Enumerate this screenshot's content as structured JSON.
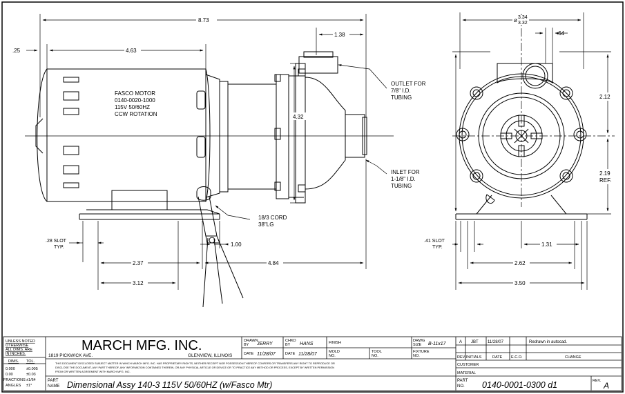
{
  "dims": {
    "overall_length": "8.73",
    "outlet_offset": "1.38",
    "front_overhang": ".25",
    "motor_length": "4.63",
    "height": "4.32",
    "slot_left": ".28 SLOT",
    "typ": "TYP.",
    "cord_offset": "1.00",
    "base_2_37": "2.37",
    "base_4_84": "4.84",
    "base_3_12": "3.12",
    "outlet_dia_top": "3.34",
    "outlet_dia_bot": "3.32",
    "outlet_64": ".64",
    "upper_height": "2.12",
    "lower_height": "2.19",
    "ref": "REF.",
    "slot_right": ".41 SLOT",
    "slot_1_31": "1.31",
    "width_2_62": "2.62",
    "width_3_50": "3.50"
  },
  "notes": {
    "motor": [
      "FASCO MOTOR",
      "0140-0020-1000",
      "115V 50/60HZ",
      "CCW ROTATION"
    ],
    "outlet": [
      "OUTLET FOR",
      "7/8\" I.D.",
      "TUBING"
    ],
    "inlet": [
      "INLET FOR",
      "1-1/8\" I.D.",
      "TUBING"
    ],
    "cord": [
      "18/3 CORD",
      "38\"LG"
    ]
  },
  "title_block": {
    "unless_noted": [
      "UNLESS NOTED",
      "OTHERWISE",
      "ALL DIMS. ARE",
      "IN INCHES."
    ],
    "dims_hdr": "DIMS.",
    "tol_hdr": "TOL.",
    "tol_rows": [
      [
        "0.000",
        "±0.005"
      ],
      [
        "0.00",
        "±0.03"
      ],
      [
        "FRACTIONS",
        "±1/64"
      ],
      [
        "ANGLES",
        "±1°"
      ]
    ],
    "company": "MARCH MFG. INC.",
    "address": "1819 PICKWICK AVE.",
    "city": "GLENVIEW, ILLINOIS",
    "drawn_lbl": [
      "DRAWN",
      "BY"
    ],
    "drawn_by": "JERRY",
    "chkd_lbl": [
      "CHKD",
      "BY"
    ],
    "chkd_by": "HANS",
    "finish_lbl": "FINISH",
    "date_lbl": "DATE",
    "date1": "11/28/07",
    "date2": "11/28/07",
    "mold_lbl": [
      "MOLD",
      "NO."
    ],
    "tool_lbl": [
      "TOOL",
      "NO."
    ],
    "fixture_lbl": [
      "FIXTURE",
      "NO."
    ],
    "drwg_size_lbl": [
      "DRWG",
      "SIZE"
    ],
    "drwg_size": "B-11x17",
    "disclaimer": [
      "THIS DOCUMENT DISCLOSED SUBJECT MATTER IN WHICH MARCH MFG. INC. HAS PROPRIETARY RIGHTS, NEITHER RECEIPT NOR POSSESSION THEREOF CONFERS OR TRANSFERS ANY RIGHT TO REPRODUCE OR",
      "DISCLOSE THE DOCUMENT, ANY PART THEREOF, ANY INFORMATION CONTAINED THEREIN, OR ANY PHYSICAL ARTICLE OR DEVICE OR TO PRACTICE ANY METHOD OR PROCESS, EXCEPT BY WRITTEN PERMISSION",
      "FROM OR WRITTEN AGREEMENT WITH MARCH MFG. INC."
    ],
    "part_name_lbl": [
      "PART",
      "NAME"
    ],
    "part_name": "Dimensional Assy 140-3 115V 50/60HZ (w/Fasco Mtr)",
    "rev_row": {
      "rev": "A",
      "initials": "JBT",
      "date": "11/28/07",
      "eco": "",
      "change": "Redrawn in autocad."
    },
    "rev_headers": [
      "REV.",
      "INITIALS",
      "DATE",
      "E.C.O.",
      "CHANGE"
    ],
    "customer_lbl": "CUSTOMER",
    "material_lbl": "MATERIAL",
    "part_no_lbl": [
      "PART",
      "NO."
    ],
    "part_no": "0140-0001-0300 d1",
    "rev_lbl": "REV.",
    "rev": "A"
  }
}
